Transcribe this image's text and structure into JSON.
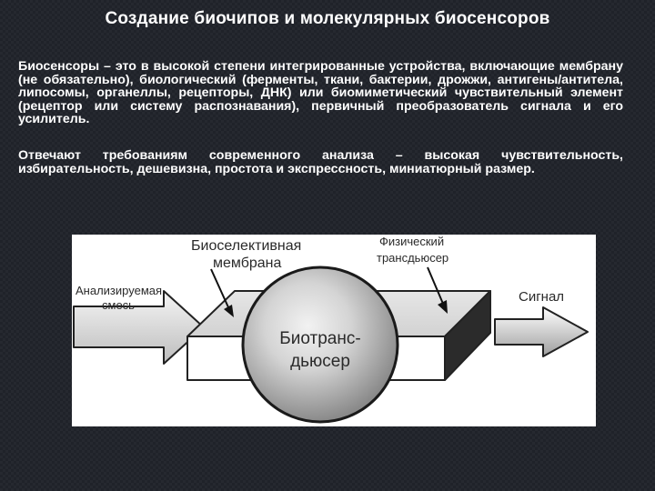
{
  "slide": {
    "title": "Создание биочипов и молекулярных биосенсоров",
    "paragraph1": "Биосенсоры – это в высокой степени интегрированные устройства, включающие мембрану (не обязательно), биологический (ферменты, ткани, бактерии, дрожжи, антигены/антитела, липосомы, органеллы, рецепторы, ДНК) или биомиметический чувствительный элемент (рецептор или систему распознавания), первичный преобразователь сигнала и его усилитель.",
    "paragraph2": "Отвечают требованиям современного анализа – высокая чувствительность, избирательность, дешевизна, простота и экспрессность, миниатюрный размер."
  },
  "diagram": {
    "membrane_line1": "Биоселективная",
    "membrane_line2": "мембрана",
    "transducer_line1": "Физический",
    "transducer_line2": "трансдьюсер",
    "input_line1": "Анализируемая",
    "input_line2": "смесь",
    "output_label": "Сигнал",
    "bio_line1": "Биотранс-",
    "bio_line2": "дьюсер"
  }
}
